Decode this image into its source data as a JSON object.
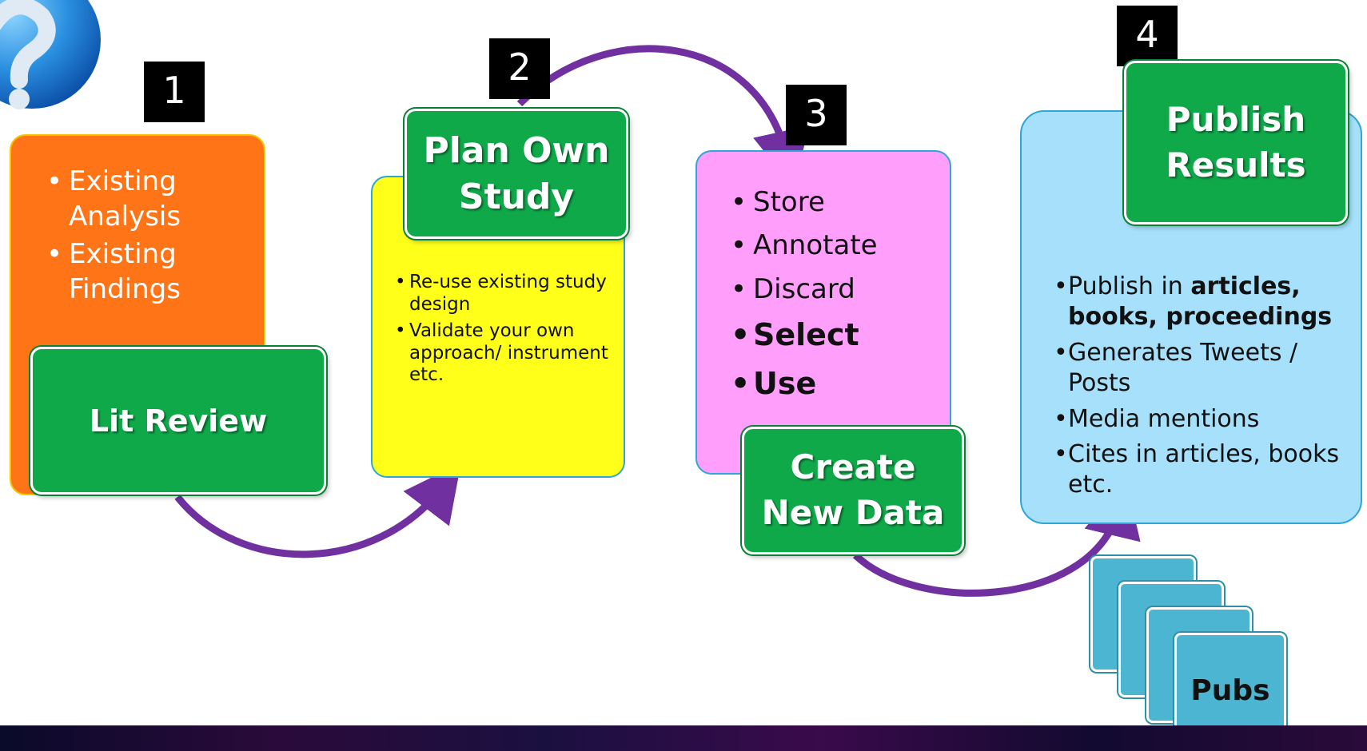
{
  "steps": [
    {
      "number": "1",
      "title": "Lit Review",
      "bullets": [
        "Existing Analysis",
        "Existing Findings"
      ]
    },
    {
      "number": "2",
      "title_line1": "Plan Own",
      "title_line2": "Study",
      "bullets": [
        "Re-use existing study design",
        "Validate your own approach/ instrument etc."
      ]
    },
    {
      "number": "3",
      "title_line1": "Create",
      "title_line2": "New Data",
      "bullets": [
        "Store",
        "Annotate",
        "Discard",
        "Select",
        "Use"
      ]
    },
    {
      "number": "4",
      "title_line1": "Publish",
      "title_line2": "Results",
      "bullets": {
        "b1_prefix": "Publish in ",
        "b1_bold": "articles, books, proceedings",
        "b2": "Generates Tweets / Posts",
        "b3": "Media mentions",
        "b4": "Cites in articles, books etc."
      }
    }
  ],
  "pubs_label": "Pubs",
  "colors": {
    "orange": "#ff7417",
    "yellow": "#ffff1a",
    "pink": "#ff9ffb",
    "light_blue": "#a6e0fa",
    "green": "#0fa94a",
    "purple_arrow": "#7030a0",
    "pubs_blue": "#4cb5d2"
  },
  "icons": {
    "help": "question-mark-icon"
  }
}
